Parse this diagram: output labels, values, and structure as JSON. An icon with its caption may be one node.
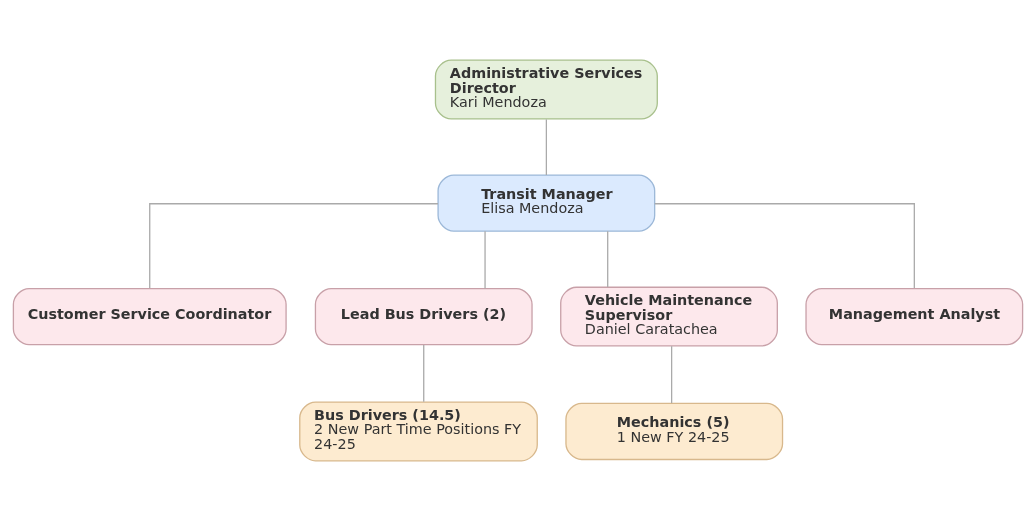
{
  "diagram": {
    "nodes": [
      {
        "text": [
          "Administrative Services Director",
          "Kari Mendoza"
        ]
      },
      {
        "text": [
          "Transit Manager",
          "Elisa Mendoza"
        ]
      },
      {
        "text": [
          "Customer Service Coordinator"
        ]
      },
      {
        "text": [
          "Lead Bus Drivers (2)"
        ]
      },
      {
        "text": [
          "Vehicle Maintenance Supervisor",
          "Daniel Caratachea"
        ]
      },
      {
        "text": [
          "Management Analyst"
        ]
      },
      {
        "text": [
          "Bus Drivers (14.5)",
          "2 New Part Time Positions FY 24-25"
        ]
      },
      {
        "text": [
          "Mechanics (5)",
          "1 New FY 24-25"
        ]
      }
    ],
    "edges": [
      {
        "from": 0,
        "to": 1,
        "arrow": "none"
      },
      {
        "from": 1,
        "to": 2,
        "arrow": "none"
      },
      {
        "from": 1,
        "to": 3,
        "arrow": "none"
      },
      {
        "from": 1,
        "to": 4,
        "arrow": "none"
      },
      {
        "from": 1,
        "to": 5,
        "arrow": "none"
      },
      {
        "from": 3,
        "to": 6,
        "arrow": "none"
      },
      {
        "from": 4,
        "to": 7,
        "arrow": "none"
      }
    ]
  }
}
